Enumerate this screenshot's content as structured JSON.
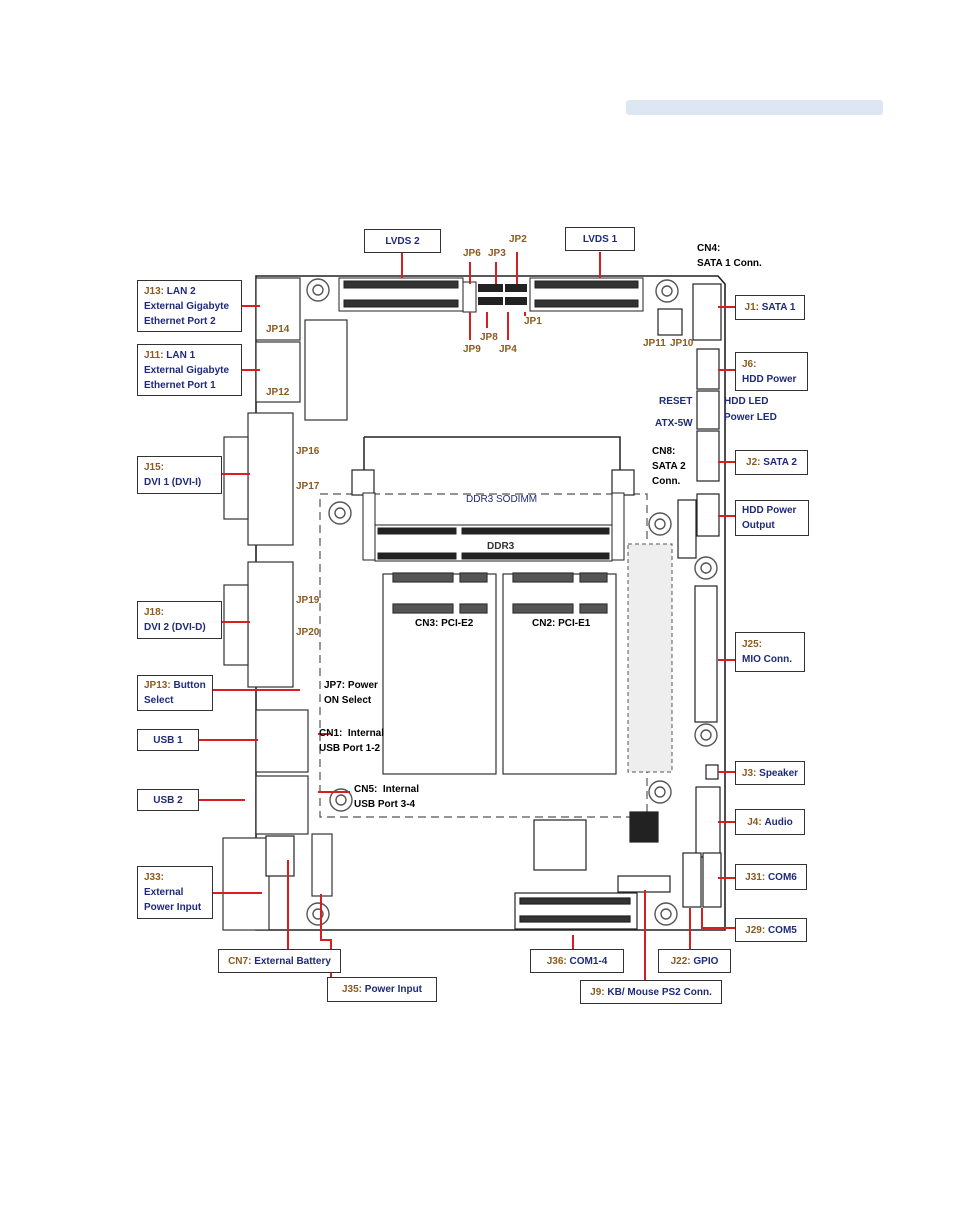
{
  "callouts": {
    "lvds2": "LVDS 2",
    "lvds1": "LVDS 1",
    "j13": {
      "code": "J13:",
      "l1": "LAN 2",
      "l2": "External Gigabyte",
      "l3": "Ethernet Port 2"
    },
    "j11": {
      "code": "J11:",
      "l1": "LAN 1",
      "l2": "External Gigabyte",
      "l3": "Ethernet Port 1"
    },
    "j15": {
      "code": "J15:",
      "l2": "DVI 1 (DVI-I)"
    },
    "j18": {
      "code": "J18:",
      "l2": "DVI 2 (DVI-D)"
    },
    "jp13": {
      "code": "JP13:",
      "l1": "Button",
      "l2": "Select"
    },
    "usb1": "USB 1",
    "usb2": "USB 2",
    "j33": {
      "l1": "J33:",
      "l2": "External",
      "l3": "Power Input"
    },
    "cn7": {
      "code": "CN7:",
      "text": "External Battery"
    },
    "j35": {
      "code": "J35:",
      "text": "Power Input"
    },
    "j36": {
      "code": "J36:",
      "text": "COM1-4"
    },
    "j9": {
      "code": "J9:",
      "text": "KB/ Mouse PS2 Conn."
    },
    "j22": {
      "code": "J22:",
      "text": "GPIO"
    },
    "j29": {
      "code": "J29:",
      "text": "COM5"
    },
    "j31": {
      "code": "J31:",
      "text": "COM6"
    },
    "j4": {
      "code": "J4:",
      "text": "Audio"
    },
    "j3": {
      "code": "J3:",
      "text": "Speaker"
    },
    "j25": {
      "l1": "J25:",
      "l2": "MIO Conn."
    },
    "hdd_power_output": {
      "l1": "HDD Power",
      "l2": "Output"
    },
    "j2": {
      "code": "J2:",
      "text": "SATA 2"
    },
    "j6": {
      "l1": "J6:",
      "l2": "HDD Power"
    },
    "j1": {
      "code": "J1:",
      "text": "SATA 1"
    }
  },
  "free_labels": {
    "jp6": "JP6",
    "jp3": "JP3",
    "jp2": "JP2",
    "jp8": "JP8",
    "jp1": "JP1",
    "jp9": "JP9",
    "jp4": "JP4",
    "jp11": "JP11",
    "jp10": "JP10",
    "cn4_l1": "CN4:",
    "cn4_l2": "SATA 1 Conn.",
    "jp14": "JP14",
    "jp12": "JP12",
    "reset": "RESET",
    "hdd_led": "HDD LED",
    "atx5w": "ATX-5W",
    "power_led": "Power LED",
    "cn8_l1": "CN8:",
    "cn8_l2": "SATA 2",
    "cn8_l3": "Conn.",
    "jp16": "JP16",
    "jp17": "JP17",
    "jp19": "JP19",
    "jp20": "JP20",
    "ddr3_sodimm": "DDR3 SODIMM",
    "ddr3": "DDR3",
    "cn3_code": "CN3:",
    "cn3_text": "PCI-E2",
    "cn2_code": "CN2:",
    "cn2_text": "PCI-E1",
    "jp7_code": "JP7:",
    "jp7_l1": "Power",
    "jp7_l2": "ON Select",
    "cn1_code": "CN1:",
    "cn1_l1": "Internal",
    "cn1_l2": "USB Port 1-2",
    "cn5_code": "CN5:",
    "cn5_l1": "Internal",
    "cn5_l2": "USB Port 3-4"
  },
  "colors": {
    "leader": "#d42020",
    "label_text": "#1f2a7a",
    "code_text": "#8a5a1f",
    "board_line": "#222222"
  }
}
